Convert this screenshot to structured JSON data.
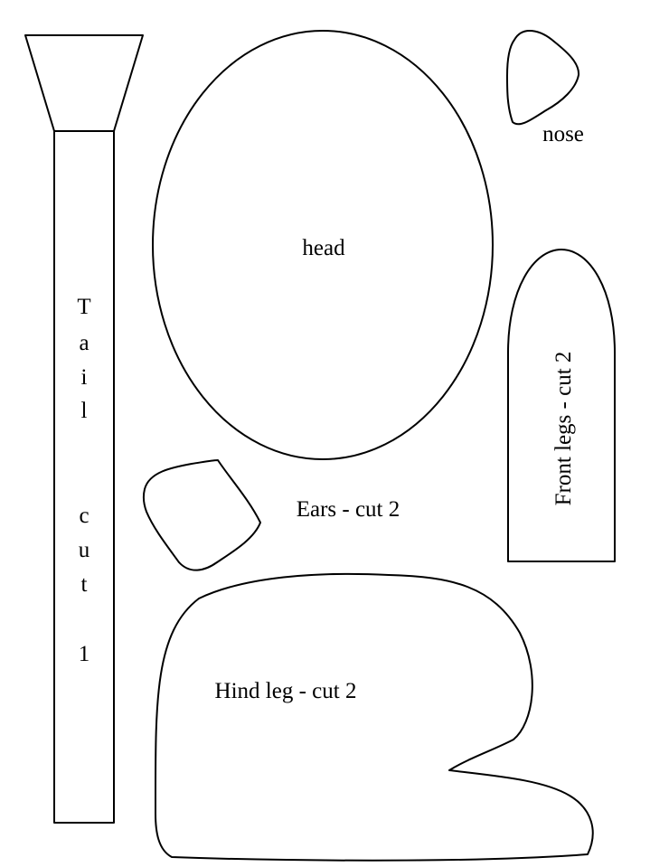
{
  "pieces": {
    "tail": {
      "label_letters": [
        "T",
        "a",
        "i",
        "l",
        "c",
        "u",
        "t",
        "1"
      ]
    },
    "head": {
      "label": "head"
    },
    "nose": {
      "label": "nose"
    },
    "front_legs": {
      "label": "Front legs - cut 2"
    },
    "ears": {
      "label": "Ears - cut 2"
    },
    "hind_leg": {
      "label": "Hind leg - cut 2"
    }
  },
  "colors": {
    "outline": "#000000",
    "background": "#ffffff"
  }
}
